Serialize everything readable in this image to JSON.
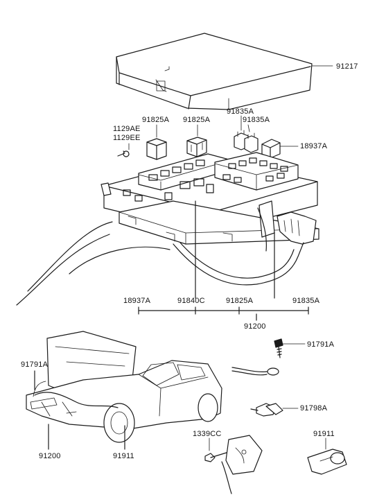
{
  "diagram": {
    "labels": {
      "cover": "91217",
      "relay_1": "91825A",
      "relay_2": "91825A",
      "fuse_1": "91835A",
      "fuse_2": "91835A",
      "bolt_1": "1129AE",
      "bolt_2": "1129EE",
      "fuse_holder": "18937A",
      "bottom_1": "18937A",
      "bottom_2": "91840C",
      "bottom_3": "91825A",
      "bottom_4": "91835A",
      "harness": "91200",
      "ground_bolt": "91791A",
      "connector": "91798A",
      "nut": "1339CC",
      "grommet": "91911",
      "car_left": "91791A",
      "car_harness": "91200",
      "car_right": "91911"
    }
  }
}
